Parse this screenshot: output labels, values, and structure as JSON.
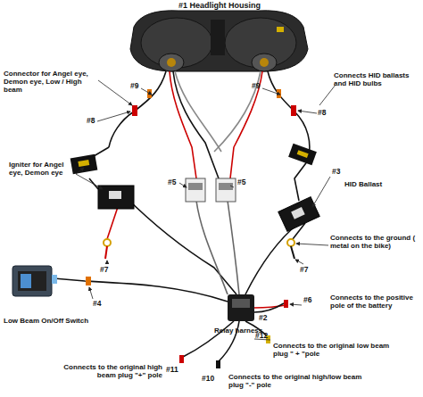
{
  "diagram": {
    "labels": [
      "#1 Headlight Housing",
      "Connector for Angel eye, Demon eye, Low / High beam",
      "#9",
      "#9",
      "#8",
      "#8",
      "Connects HID ballasts and HID bulbs",
      "Igniter for Angel eye, Demon eye",
      "#5",
      "#5",
      "#3",
      "HID Ballast",
      "#7",
      "#7",
      "Connects to the ground ( metal on the bike)",
      "#4",
      "Low Beam On/Off Switch",
      "#2",
      "Relay harness",
      "#6",
      "Connects to the positive pole of the battery",
      "#12",
      "Connects to the original low beam plug \" + \"pole",
      "#11",
      "Connects to the original high beam plug \"+\" pole",
      "#10",
      "Connects to the original high/low beam plug \"-\" pole"
    ]
  }
}
